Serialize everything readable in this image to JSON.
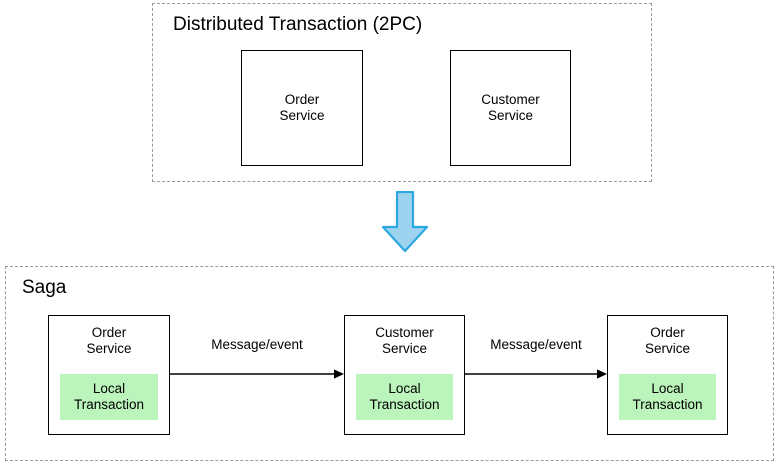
{
  "diagram": {
    "title_top": "Distributed Transaction (2PC)",
    "title_bottom": "Saga",
    "colors": {
      "local_transaction_fill": "#bbf5bb",
      "arrow_fill": "#9ed3f0",
      "arrow_stroke": "#2ba8e0",
      "box_stroke": "#000000",
      "group_stroke": "#9a9a9a",
      "background": "#ffffff"
    },
    "top_group": {
      "label": "Distributed Transaction (2PC)",
      "services": [
        {
          "name": "Order\nService"
        },
        {
          "name": "Customer\nService"
        }
      ]
    },
    "transition": {
      "icon": "down-arrow-icon"
    },
    "saga_group": {
      "label": "Saga",
      "services": [
        {
          "name": "Order\nService",
          "inner_label": "Local\nTransaction"
        },
        {
          "name": "Customer\nService",
          "inner_label": "Local\nTransaction"
        },
        {
          "name": "Order\nService",
          "inner_label": "Local\nTransaction"
        }
      ],
      "edges": [
        {
          "label": "Message/event",
          "from": "Order Service",
          "to": "Customer Service"
        },
        {
          "label": "Message/event",
          "from": "Customer Service",
          "to": "Order Service"
        }
      ]
    }
  }
}
